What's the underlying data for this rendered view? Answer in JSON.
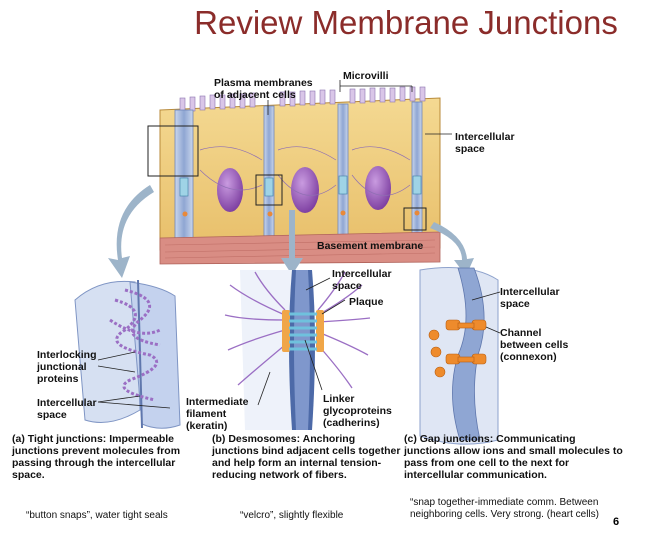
{
  "title": "Review Membrane Junctions",
  "labels": {
    "plasma": "Plasma membranes\nof adjacent cells",
    "microvilli": "Microvilli",
    "intercellular_top": "Intercellular\nspace",
    "basement": "Basement membrane",
    "interlocking": "Interlocking\njunctional\nproteins",
    "intercellular_a": "Intercellular\nspace",
    "intercellular_b": "Intercellular\nspace",
    "plaque": "Plaque",
    "intermediate": "Intermediate\nfilament\n(keratin)",
    "linker": "Linker\nglycoproteins\n(cadherins)",
    "intercellular_c": "Intercellular\nspace",
    "channel": "Channel\nbetween cells\n(connexon)"
  },
  "captions": {
    "a": {
      "head": "(a) Tight junctions:",
      "body": " Impermeable junctions prevent molecules from passing through the intercellular space."
    },
    "b": {
      "head": "(b) Desmosomes:",
      "body": " Anchoring junctions bind adjacent cells together and help form an internal tension-reducing network of fibers."
    },
    "c": {
      "head": "(c) Gap junctions:",
      "body": " Communicating junctions allow ions and small molecules to pass from one cell to the next for intercellular communication."
    }
  },
  "notes": {
    "a": "“button snaps”, water tight seals",
    "b": "“velcro”, slightly flexible",
    "c": "“snap together-immediate comm. Between neighboring cells. Very strong. (heart cells)"
  },
  "page_number": "6"
}
